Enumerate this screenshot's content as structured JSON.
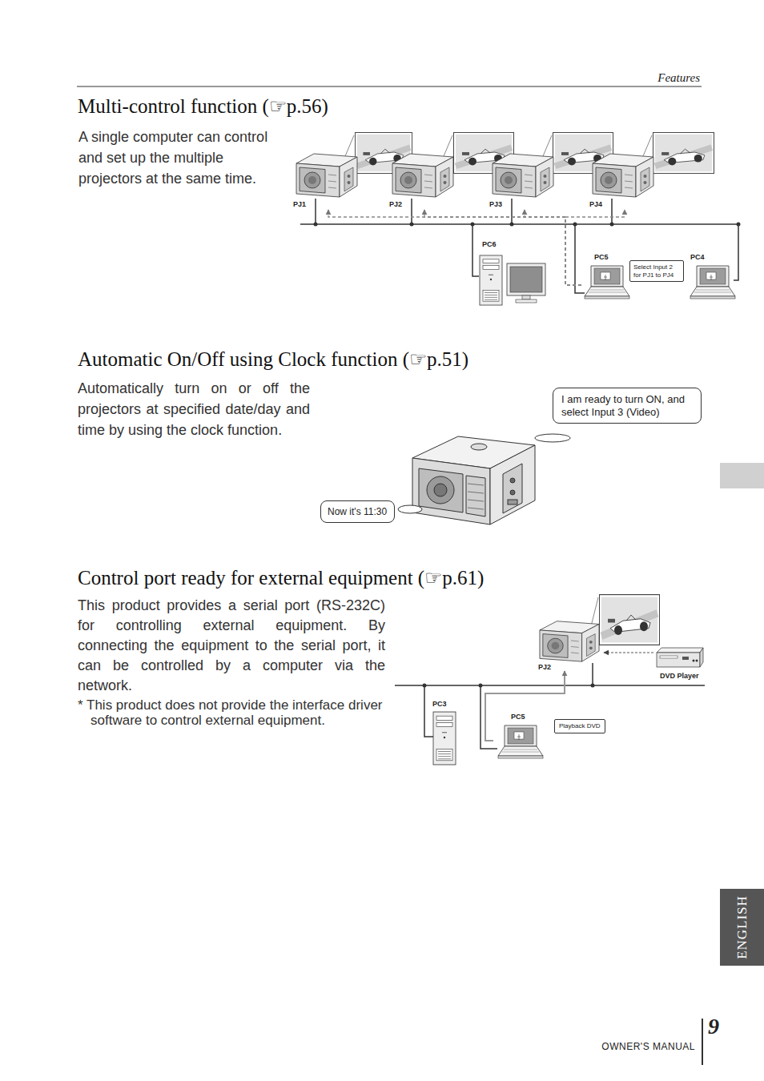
{
  "diagram": {
    "nodes": [
      {
        "text": [
          "PJ1"
        ]
      },
      {
        "text": [
          "PJ2"
        ]
      },
      {
        "text": [
          "PJ3"
        ]
      },
      {
        "text": [
          "PJ4"
        ]
      },
      {
        "text": [
          "PC6"
        ]
      },
      {
        "text": [
          "PC5"
        ]
      },
      {
        "text": [
          "Select Input 2 for PJ1 to PJ4"
        ]
      },
      {
        "text": [
          "PC4"
        ]
      },
      {
        "text": [
          "I am ready to turn ON, and select Input 3 (Video)"
        ]
      },
      {
        "text": [
          "Now it's 11:30"
        ]
      },
      {
        "text": [
          "PJ2"
        ]
      },
      {
        "text": [
          "DVD Player"
        ]
      },
      {
        "text": [
          "PC3"
        ]
      },
      {
        "text": [
          "PC5"
        ]
      },
      {
        "text": [
          "Playback DVD"
        ]
      },
      {
        "text": [
          "ENGLISH"
        ]
      }
    ],
    "edges": [
      {
        "from": 5,
        "to": 0,
        "arrow": "to"
      },
      {
        "from": 5,
        "to": 1,
        "arrow": "to"
      },
      {
        "from": 5,
        "to": 2,
        "arrow": "to"
      },
      {
        "from": 5,
        "to": 3,
        "arrow": "to"
      },
      {
        "from": 13,
        "to": 10,
        "arrow": "to"
      },
      {
        "from": 11,
        "to": 10,
        "arrow": "to"
      }
    ],
    "labels": [
      "Features",
      "Multi-control function (☞p.56)",
      "A single computer can control and set up the multiple projectors at the same time.",
      "Automatic On/Off using Clock function (☞p.51)",
      "Automatically turn on or off the projectors at specified date/day and time by using the clock function.",
      "Control port ready for external equipment (☞p.61)",
      "This product provides a serial port (RS-232C) for controlling external equipment. By connecting the equipment to the serial port, it can be controlled by a computer via the network.",
      "* This product does not provide the interface driver software to control external equipment.",
      "9",
      "OWNER'S MANUAL"
    ]
  }
}
